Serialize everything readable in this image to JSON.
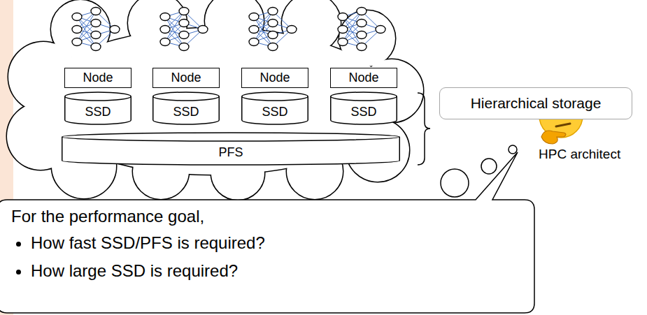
{
  "diagram": {
    "nodes": [
      {
        "text": [
          "Node"
        ]
      },
      {
        "text": [
          "Node"
        ]
      },
      {
        "text": [
          "Node"
        ]
      },
      {
        "text": [
          "Node"
        ]
      },
      {
        "text": [
          "SSD"
        ]
      },
      {
        "text": [
          "SSD"
        ]
      },
      {
        "text": [
          "SSD"
        ]
      },
      {
        "text": [
          "SSD"
        ]
      },
      {
        "text": [
          "PFS"
        ]
      },
      {
        "text": [
          "Hierarchical storage"
        ]
      },
      {
        "text": [
          "For the performance goal,",
          "How fast SSD/PFS is required?",
          "How large SSD is required?"
        ]
      }
    ],
    "labels": [
      "HPC architect"
    ]
  }
}
